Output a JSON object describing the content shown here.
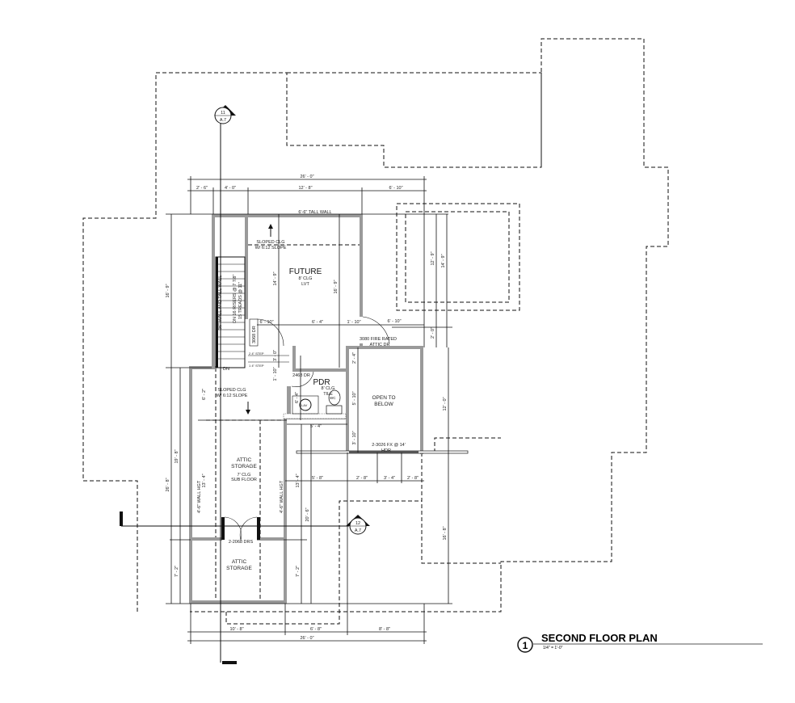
{
  "title": {
    "number": "1",
    "name": "SECOND FLOOR PLAN",
    "scale": "1/4\" = 1'-0\""
  },
  "section_markers": [
    {
      "number": "11",
      "sheet": "A.7"
    },
    {
      "number": "12",
      "sheet": "A.7"
    }
  ],
  "rooms": {
    "future": {
      "name": "FUTURE",
      "ceiling": "8' CLG",
      "floor": "LVT"
    },
    "pdr": {
      "name": "PDR",
      "ceiling": "8' CLG",
      "floor": "TILE",
      "wc": "WC",
      "lav": "LAV"
    },
    "open": {
      "line1": "OPEN TO",
      "line2": "BELOW"
    },
    "attic1": {
      "line1": "ATTIC",
      "line2": "STORAGE",
      "ceiling": "7' CLG",
      "floor": "SUB FLOOR"
    },
    "attic2": {
      "line1": "ATTIC",
      "line2": "STORAGE"
    }
  },
  "notes": {
    "tall_wall": "6'-6\" TALL WALL",
    "sloped_upper_1": "SLOPED CLG",
    "sloped_upper_2": "W/ 6:12 SLOPE",
    "sloped_lower_1": "SLOPED CLG",
    "sloped_lower_2": "W/ 6:12 SLOPE",
    "fire_door_1": "3080 FIRE RATED",
    "fire_door_2": "ATTIC DR",
    "door_3068": "3068 DR",
    "door_2468": "2468 DR",
    "window": "2-3026 FX @ 14'",
    "window_hdr": "HDR",
    "doors_2068": "2-2068 DRS",
    "wall_hgt_left": "4'-6\" WALL HGT",
    "wall_hgt_right": "4'-6\" WALL HGT",
    "stair_1": "36\" WALL AND TALL WALL",
    "stair_2": "DN 16 RISERS @ 7 7/8\"",
    "stair_3": "15 TREADS @ 11\"",
    "stair_dn": "DN",
    "step_2": "2  4\" STEP",
    "step_1": "1  4\" STEP"
  },
  "dimensions": {
    "top_overall": "26' - 0\"",
    "top": [
      "2' - 6\"",
      "4' - 0\"",
      "12' - 8\"",
      "6' - 10\""
    ],
    "mid_row": [
      "6' - 10\"",
      "6' - 4\"",
      "1' - 10\"",
      "6' - 10\""
    ],
    "left_upper": "16' - 9\"",
    "future_v1": "14' - 9\"",
    "future_v2": "16' - 9\"",
    "right_12_9": "12' - 9\"",
    "right_14_9": "14' - 9\"",
    "right_2_0": "2' - 0\"",
    "right_12_0": "12' - 0\"",
    "right_16_8": "16' - 8\"",
    "v_2_4": "2' - 4\"",
    "v_5_10": "5' - 10\"",
    "v_3_10": "3' - 10\"",
    "v_6_2": "6' - 2\"",
    "v_6_4": "6' - 4\"",
    "v_1_10": "1' - 10\"",
    "v_3_0": "3' - 0\"",
    "pdr_width": "5' - 4\"",
    "lower_row": [
      "5' - 8\"",
      "2' - 8\"",
      "3' - 4\"",
      "2' - 8\""
    ],
    "v_13_4_left": "13' - 4\"",
    "v_13_4_right": "13' - 4\"",
    "v_19_8": "19' - 8\"",
    "v_26_8": "26' - 8\"",
    "v_20_6": "20' - 6\"",
    "v_7_2_left": "7' - 2\"",
    "v_7_2_right": "7' - 2\"",
    "bottom": [
      "10' - 8\"",
      "6' - 8\"",
      "8' - 8\""
    ],
    "bottom_overall": "26' - 0\""
  }
}
